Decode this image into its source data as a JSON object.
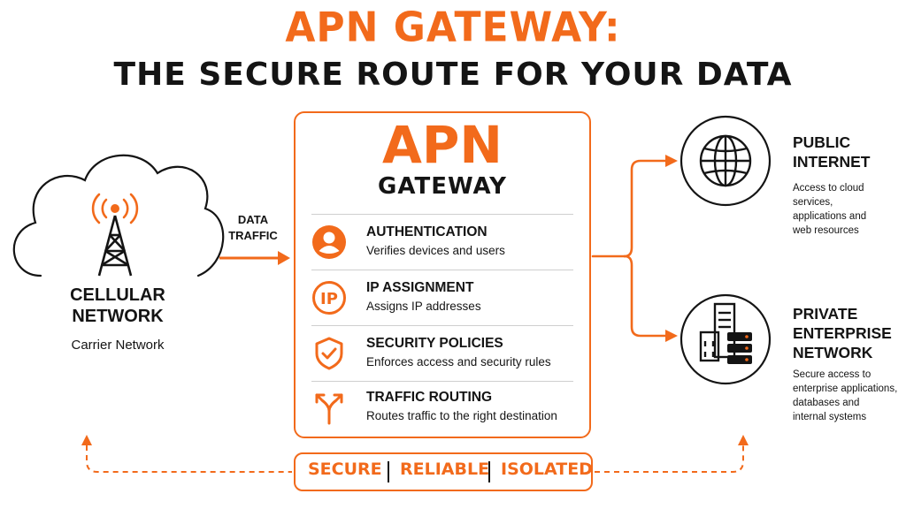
{
  "header": {
    "title": "APN GATEWAY:",
    "subtitle": "THE SECURE ROUTE FOR YOUR DATA"
  },
  "cellular": {
    "title_line1": "CELLULAR",
    "title_line2": "NETWORK",
    "subtitle": "Carrier Network",
    "icon": "cell-tower-icon"
  },
  "connector": {
    "label_line1": "DATA",
    "label_line2": "TRAFFIC"
  },
  "gateway": {
    "title": "APN",
    "subtitle": "GATEWAY",
    "functions": [
      {
        "icon": "user-icon",
        "label": "AUTHENTICATION",
        "description": "Verifies devices and users"
      },
      {
        "icon": "ip-icon",
        "icon_text": "IP",
        "label": "IP ASSIGNMENT",
        "description": "Assigns IP addresses"
      },
      {
        "icon": "shield-check-icon",
        "label": "SECURITY POLICIES",
        "description": "Enforces access and security rules"
      },
      {
        "icon": "split-arrows-icon",
        "label": "TRAFFIC ROUTING",
        "description": "Routes traffic to the right destination"
      }
    ]
  },
  "destinations": [
    {
      "icon": "globe-icon",
      "title_lines": [
        "PUBLIC",
        "INTERNET"
      ],
      "description_lines": [
        "Access to cloud services,",
        "applications and",
        "web resources"
      ]
    },
    {
      "icon": "building-server-icon",
      "title_lines": [
        "PRIVATE",
        "ENTERPRISE",
        "NETWORK"
      ],
      "description_lines": [
        "Secure access to",
        "enterprise applications,",
        "databases and",
        "internal systems"
      ]
    }
  ],
  "benefits": [
    "SECURE",
    "RELIABLE",
    "ISOLATED"
  ],
  "colors": {
    "accent": "#f26a1b",
    "text": "#141414",
    "divider": "#cfcfcf"
  }
}
